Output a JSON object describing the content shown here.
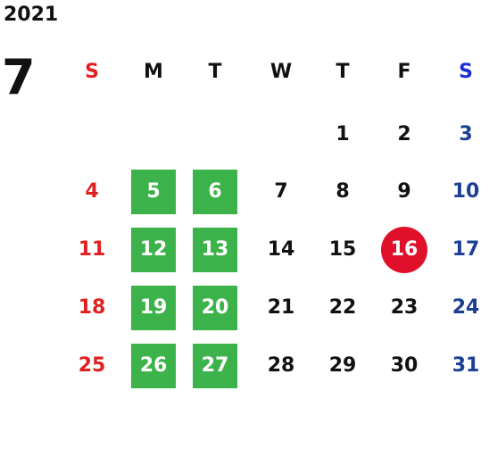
{
  "header": {
    "year": "2021",
    "month": "7"
  },
  "weekdays": [
    "S",
    "M",
    "T",
    "W",
    "T",
    "F",
    "S"
  ],
  "weeks": [
    [
      "",
      "",
      "",
      "",
      "1",
      "2",
      "3"
    ],
    [
      "4",
      "5",
      "6",
      "7",
      "8",
      "9",
      "10"
    ],
    [
      "11",
      "12",
      "13",
      "14",
      "15",
      "16",
      "17"
    ],
    [
      "18",
      "19",
      "20",
      "21",
      "22",
      "23",
      "24"
    ],
    [
      "25",
      "26",
      "27",
      "28",
      "29",
      "30",
      "31"
    ]
  ],
  "highlighted_days": [
    "5",
    "6",
    "12",
    "13",
    "19",
    "20",
    "26",
    "27"
  ],
  "today": "16",
  "colors": {
    "sunday": "#e02020",
    "saturday": "#1c3f94",
    "saturday_header": "#1a2fd6",
    "highlight": "#3cb34a",
    "today": "#e0102a",
    "text": "#111111"
  }
}
